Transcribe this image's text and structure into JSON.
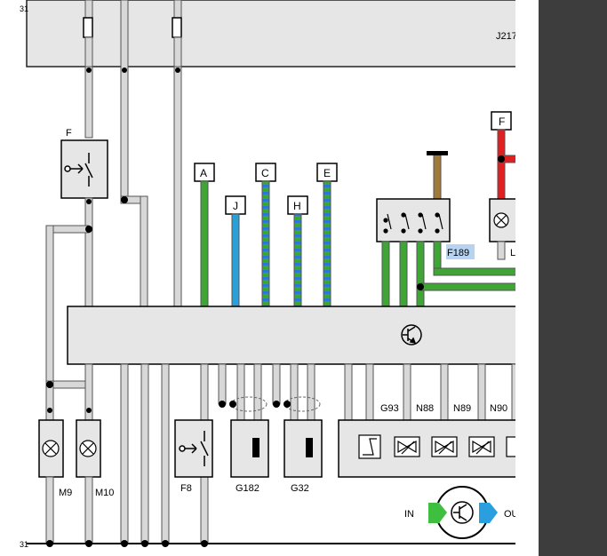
{
  "top_unit": {
    "label": "J217"
  },
  "ground": {
    "label": "31"
  },
  "controller": {
    "icon": "transistor-icon"
  },
  "connectors": [
    {
      "label": "A",
      "wire_colors": [
        "#3fa535"
      ]
    },
    {
      "label": "J",
      "wire_colors": [
        "#2a9fd8"
      ]
    },
    {
      "label": "C",
      "wire_colors": [
        "#3fa535",
        "#2a78d8"
      ]
    },
    {
      "label": "H",
      "wire_colors": [
        "#3fa535",
        "#2a78d8"
      ]
    },
    {
      "label": "E",
      "wire_colors": [
        "#3fa535",
        "#2a78d8"
      ]
    },
    {
      "label": "F",
      "wire_colors": [
        "#e02020"
      ]
    }
  ],
  "components": {
    "switch_F": {
      "label": "F",
      "icon": "pressure-switch-icon"
    },
    "switch_F8": {
      "label": "F8",
      "icon": "pressure-switch-icon"
    },
    "lamp_M9": {
      "label": "M9",
      "icon": "bulb-icon"
    },
    "lamp_M10": {
      "label": "M10",
      "icon": "bulb-icon"
    },
    "sensor_G182": {
      "label": "G182",
      "icon": "sensor-icon"
    },
    "sensor_G32": {
      "label": "G32",
      "icon": "sensor-icon"
    },
    "switch_F189": {
      "label": "F189",
      "highlight_color": "#b7d3f2",
      "icon": "multi-switch-icon"
    },
    "lamp_L": {
      "label": "L",
      "icon": "bulb-icon"
    },
    "valve_group": {
      "labels": [
        "G93",
        "N88",
        "N89",
        "N90"
      ],
      "icons": [
        "temperature-sensor-icon",
        "solenoid-valve-icon",
        "solenoid-valve-icon",
        "solenoid-valve-icon",
        "solenoid-valve-icon"
      ]
    }
  },
  "legend": {
    "in_label": "IN",
    "out_label": "OU",
    "in_color": "#3fbf3f",
    "out_color": "#2a9fe0",
    "icon": "transistor-icon"
  },
  "colors": {
    "wire_gray": "#d8d8d8",
    "box_gray": "#e6e6e6",
    "wire_brown": "#a07a3a",
    "wire_red": "#e02020",
    "wire_green": "#3fa535"
  }
}
